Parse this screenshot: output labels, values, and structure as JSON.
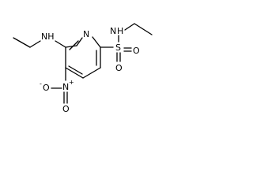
{
  "molecule": {
    "atoms": {
      "ring_nitrogen": "N",
      "amine_nh": "NH",
      "amine_n": "N",
      "amine_h": "H",
      "sulfur": "S",
      "sulfonyl_o1": "O",
      "sulfonyl_o2": "O",
      "nitro_n": "N",
      "nitro_plus": "+",
      "nitro_o_minus": "O",
      "nitro_minus": "-",
      "nitro_o": "O"
    }
  }
}
